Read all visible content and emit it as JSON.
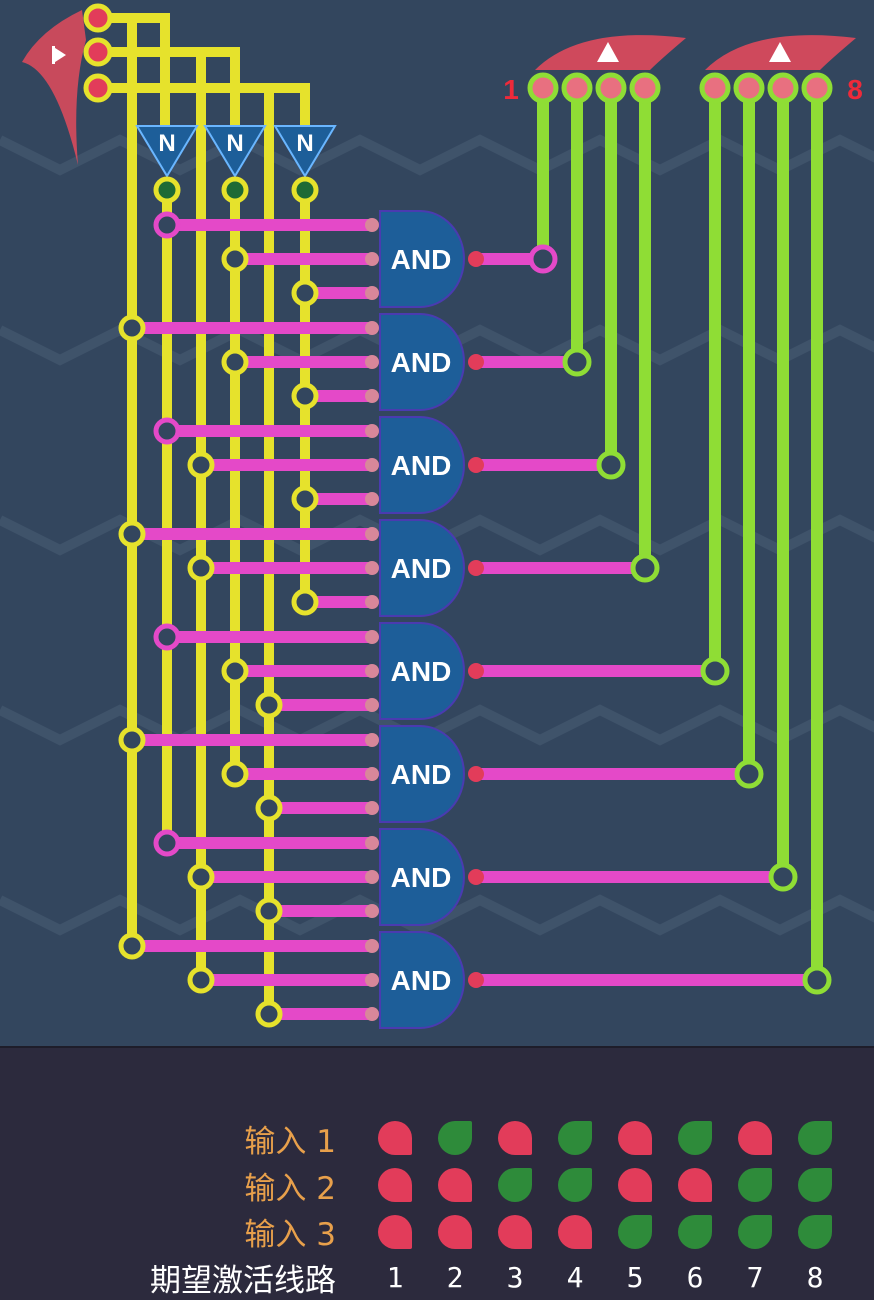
{
  "colors": {
    "board_bg": "#33465e",
    "panel_bg": "#2c2a3d",
    "wire_input": "#e6e22c",
    "wire_gate": "#e449c8",
    "wire_output": "#8fdd35",
    "gate_fill": "#1d5e99",
    "state_on": "#2e8b3a",
    "state_off": "#e23c5a",
    "label_orange": "#e8a04b"
  },
  "icons": {
    "input_emitter": "play-triangle-icon",
    "output_receiver": "up-triangle-icon",
    "not_gate": "n-triangle-icon"
  },
  "circuit": {
    "not_gates": [
      "N",
      "N",
      "N"
    ],
    "and_gates": [
      "AND",
      "AND",
      "AND",
      "AND",
      "AND",
      "AND",
      "AND",
      "AND"
    ],
    "output_first_label": "1",
    "output_last_label": "8"
  },
  "truth_table": {
    "rows": [
      {
        "label": "输入 1",
        "states": [
          "off",
          "on",
          "off",
          "on",
          "off",
          "on",
          "off",
          "on"
        ]
      },
      {
        "label": "输入 2",
        "states": [
          "off",
          "off",
          "on",
          "on",
          "off",
          "off",
          "on",
          "on"
        ]
      },
      {
        "label": "输入 3",
        "states": [
          "off",
          "off",
          "off",
          "off",
          "on",
          "on",
          "on",
          "on"
        ]
      }
    ],
    "expected_label": "期望激活线路",
    "expected_values": [
      "1",
      "2",
      "3",
      "4",
      "5",
      "6",
      "7",
      "8"
    ]
  }
}
